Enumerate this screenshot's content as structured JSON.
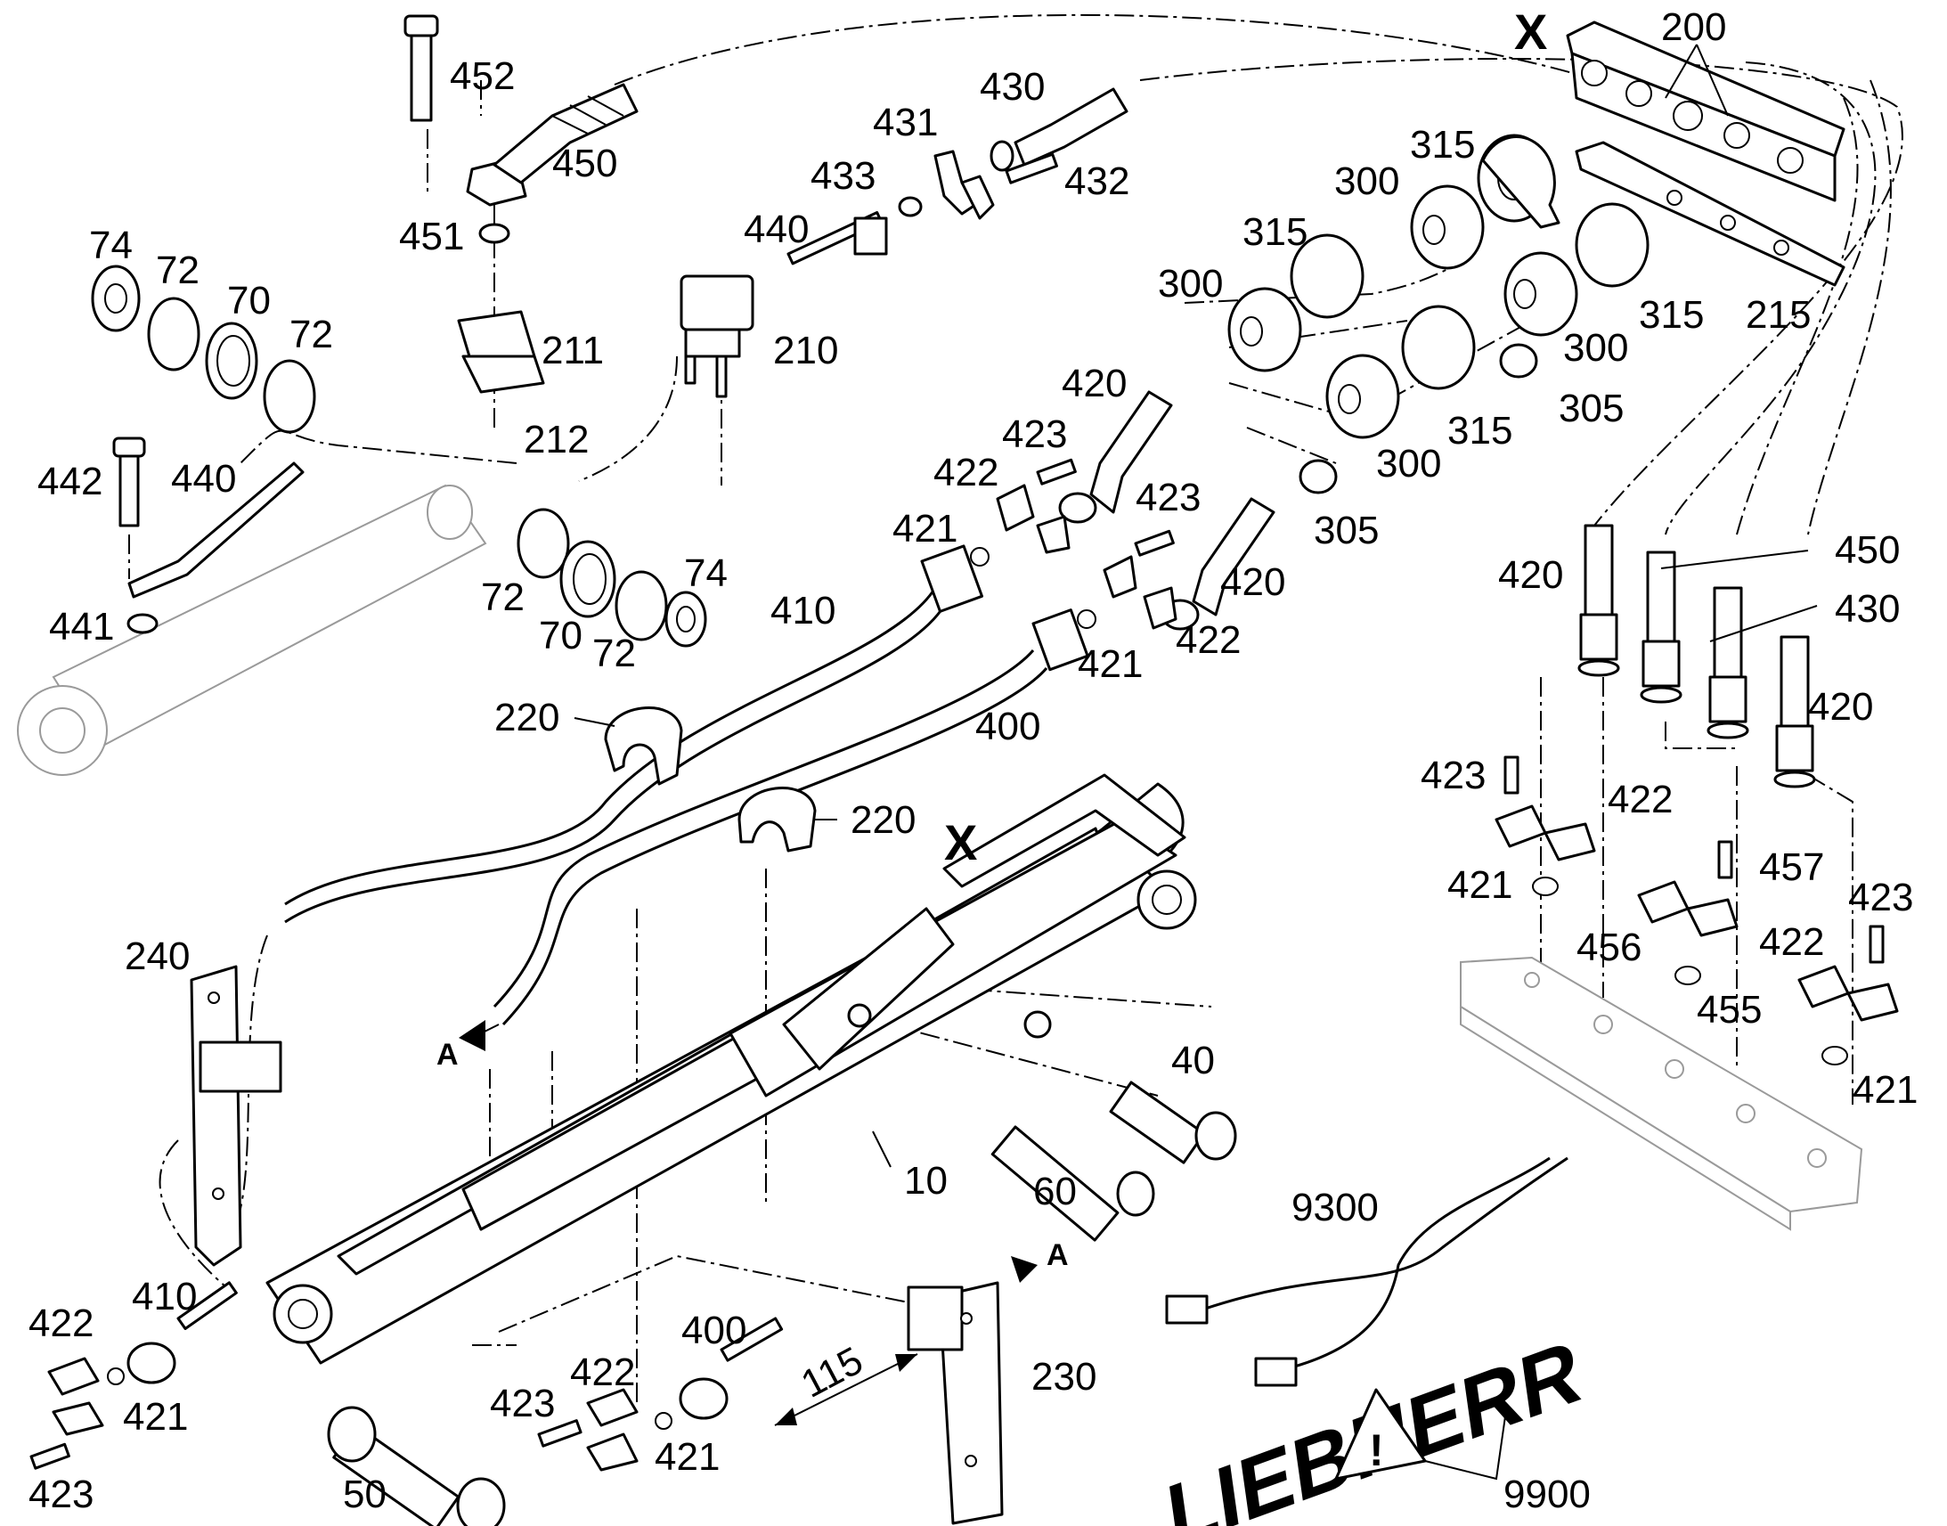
{
  "diagram": {
    "view_markers": [
      "X",
      "X"
    ],
    "arrow_markers": [
      "A",
      "A"
    ],
    "dimension": "115",
    "brand": "LIEBHERR",
    "part_labels": {
      "p452": "452",
      "p450": "450",
      "p451": "451",
      "p431": "431",
      "p430": "430",
      "p433": "433",
      "p432": "432",
      "p440a": "440",
      "p200": "200",
      "p315a": "315",
      "p300a": "300",
      "p315b": "315",
      "p300b": "300",
      "p315c": "315",
      "p215": "215",
      "p300c": "300",
      "p305a": "305",
      "p315d": "315",
      "p300d": "300",
      "p305b": "305",
      "p74a": "74",
      "p72a": "72",
      "p70a": "70",
      "p72b": "72",
      "p211": "211",
      "p210": "210",
      "p212": "212",
      "p442": "442",
      "p440b": "440",
      "p441": "441",
      "p72c": "72",
      "p70b": "70",
      "p72d": "72",
      "p74b": "74",
      "p420a": "420",
      "p423a": "423",
      "p422a": "422",
      "p421a": "421",
      "p423b": "423",
      "p420b": "420",
      "p422b": "422",
      "p421b": "421",
      "p410a": "410",
      "p400a": "400",
      "p220a": "220",
      "p220b": "220",
      "p420c": "420",
      "p450b": "450",
      "p430b": "430",
      "p420d": "420",
      "p423c": "423",
      "p422c": "422",
      "p421c": "421",
      "p457": "457",
      "p423d": "423",
      "p456": "456",
      "p422d": "422",
      "p455": "455",
      "p421d": "421",
      "p240": "240",
      "p40": "40",
      "p10": "10",
      "p60": "60",
      "p410b": "410",
      "p422e": "422",
      "p421e": "421",
      "p423e": "423",
      "p50": "50",
      "p400b": "400",
      "p422f": "422",
      "p423f": "423",
      "p421f": "421",
      "p230": "230",
      "p9300": "9300",
      "p9900": "9900"
    }
  }
}
